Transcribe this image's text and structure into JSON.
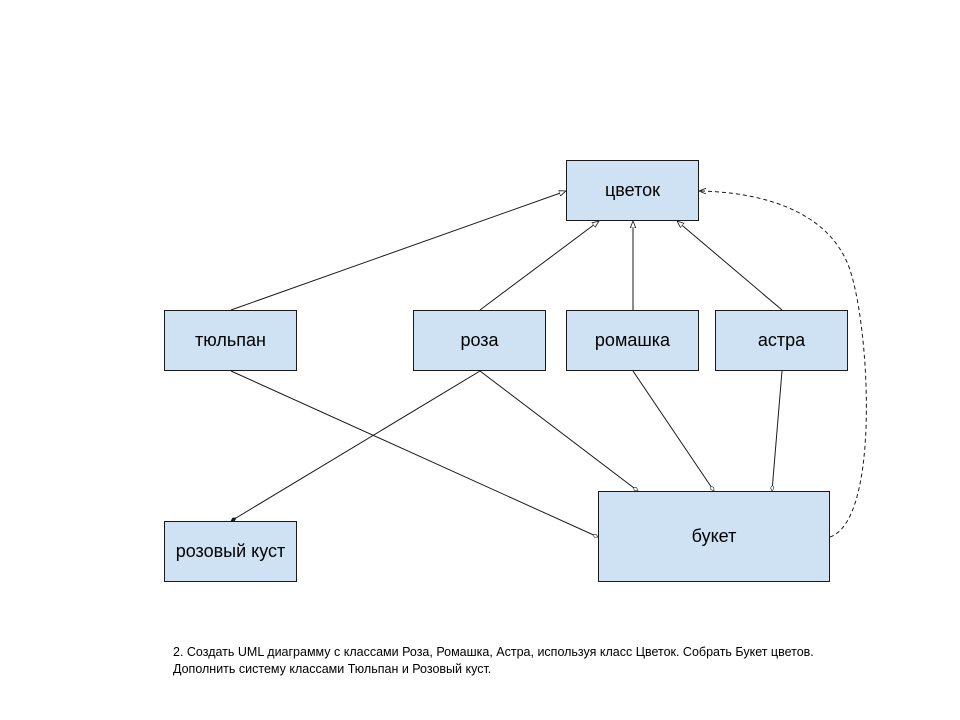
{
  "diagram": {
    "nodes": {
      "flower": "цветок",
      "tulip": "тюльпан",
      "rose": "роза",
      "daisy": "ромашка",
      "aster": "астра",
      "rose_bush": "розовый куст",
      "bouquet": "букет"
    },
    "edges": [
      {
        "from": "tulip",
        "to": "flower",
        "kind": "generalization"
      },
      {
        "from": "rose",
        "to": "flower",
        "kind": "generalization"
      },
      {
        "from": "daisy",
        "to": "flower",
        "kind": "generalization"
      },
      {
        "from": "aster",
        "to": "flower",
        "kind": "generalization"
      },
      {
        "from": "tulip",
        "to": "bouquet",
        "kind": "aggregation"
      },
      {
        "from": "rose",
        "to": "bouquet",
        "kind": "aggregation"
      },
      {
        "from": "daisy",
        "to": "bouquet",
        "kind": "aggregation"
      },
      {
        "from": "aster",
        "to": "bouquet",
        "kind": "aggregation"
      },
      {
        "from": "rose",
        "to": "rose_bush",
        "kind": "composition"
      },
      {
        "from": "bouquet",
        "to": "flower",
        "kind": "dependency"
      }
    ]
  },
  "caption": {
    "line1": "2. Создать UML диаграмму с классами Роза, Ромашка, Астра, используя класс Цветок. Собрать Букет цветов.",
    "line2": "Дополнить систему классами Тюльпан и Розовый куст."
  },
  "colors": {
    "node_fill": "#cfe2f3",
    "stroke": "#1a1a1a"
  }
}
